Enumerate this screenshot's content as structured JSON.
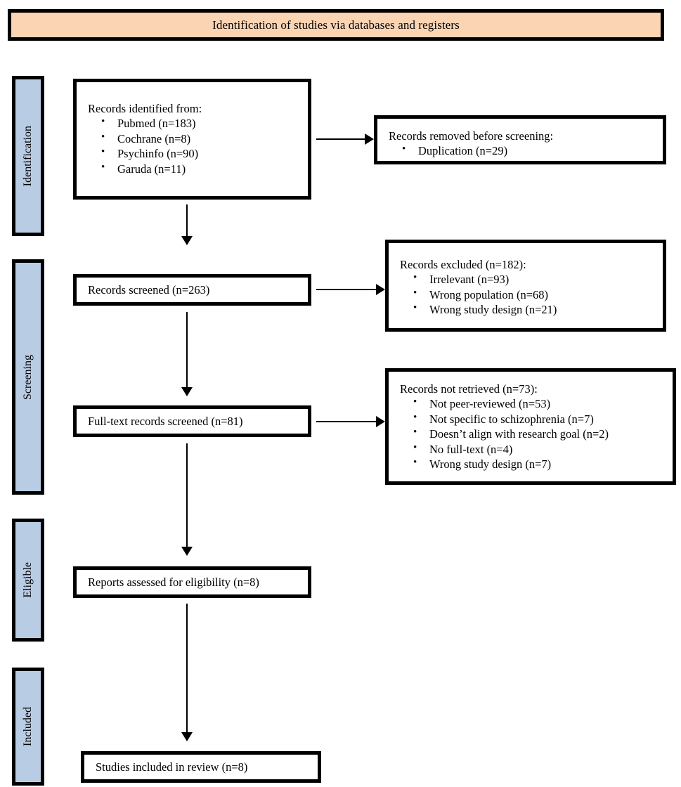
{
  "diagram": {
    "title": "Identification of studies via databases and registers",
    "colors": {
      "header_fill": "#FBD4B4",
      "stage_fill": "#B8CCE4",
      "border": "#000000",
      "box_fill": "#FFFFFF"
    }
  },
  "stages": [
    {
      "id": "identification",
      "label": "Identification"
    },
    {
      "id": "screening",
      "label": "Screening"
    },
    {
      "id": "eligible",
      "label": "Eligible"
    },
    {
      "id": "included",
      "label": "Included"
    }
  ],
  "boxes": {
    "identified": {
      "heading": "Records identified from:",
      "items": [
        "Pubmed (n=183)",
        "Cochrane (n=8)",
        "Psychinfo (n=90)",
        "Garuda (n=11)"
      ]
    },
    "removed": {
      "heading": "Records removed before screening:",
      "items": [
        "Duplication (n=29)"
      ]
    },
    "screened": {
      "heading": "Records screened (n=263)"
    },
    "excluded": {
      "heading": "Records excluded (n=182):",
      "items": [
        "Irrelevant (n=93)",
        "Wrong population (n=68)",
        "Wrong study design (n=21)"
      ]
    },
    "fulltext": {
      "heading": "Full-text records screened (n=81)"
    },
    "not_retrieved": {
      "heading": "Records not retrieved (n=73):",
      "items": [
        "Not peer-reviewed (n=53)",
        "Not specific to schizophrenia (n=7)",
        "Doesn’t align with research goal (n=2)",
        "No full-text (n=4)",
        "Wrong study design (n=7)"
      ]
    },
    "eligibility": {
      "heading": "Reports assessed for eligibility (n=8)"
    },
    "included": {
      "heading": "Studies included in review (n=8)"
    }
  }
}
